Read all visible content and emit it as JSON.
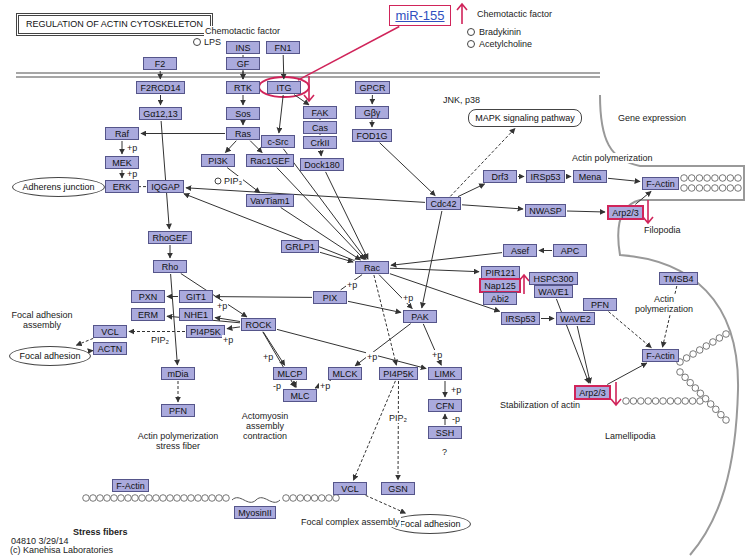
{
  "diagram": {
    "title": "REGULATION OF ACTIN CYTOSKELETON",
    "nodes": [
      {
        "text": [
          "miR-155"
        ]
      },
      {
        "text": [
          "INS"
        ]
      },
      {
        "text": [
          "FN1"
        ]
      },
      {
        "text": [
          "F2"
        ]
      },
      {
        "text": [
          "GF"
        ]
      },
      {
        "text": [
          "F2RCD14"
        ]
      },
      {
        "text": [
          "RTK"
        ]
      },
      {
        "text": [
          "ITG"
        ]
      },
      {
        "text": [
          "GPCR"
        ]
      },
      {
        "text": [
          "Gα12,13"
        ]
      },
      {
        "text": [
          "Sos"
        ]
      },
      {
        "text": [
          "FAK"
        ]
      },
      {
        "text": [
          "Gβγ"
        ]
      },
      {
        "text": [
          "Ras"
        ]
      },
      {
        "text": [
          "Cas"
        ]
      },
      {
        "text": [
          "Raf"
        ]
      },
      {
        "text": [
          "FOD1G"
        ]
      },
      {
        "text": [
          "c-Src"
        ]
      },
      {
        "text": [
          "CrkII"
        ]
      },
      {
        "text": [
          "MEK"
        ]
      },
      {
        "text": [
          "PI3K"
        ]
      },
      {
        "text": [
          "Rac1GEF"
        ]
      },
      {
        "text": [
          "Dock180"
        ]
      },
      {
        "text": [
          "Adherens junction"
        ]
      },
      {
        "text": [
          "IQGAP"
        ]
      },
      {
        "text": [
          "ERK"
        ]
      },
      {
        "text": [
          "Cdc42"
        ]
      },
      {
        "text": [
          "Drf3"
        ]
      },
      {
        "text": [
          "IRSp53"
        ]
      },
      {
        "text": [
          "Mena"
        ]
      },
      {
        "text": [
          "VavTiam1"
        ]
      },
      {
        "text": [
          "NWASP"
        ]
      },
      {
        "text": [
          "Arp2/3"
        ]
      },
      {
        "text": [
          "F-Actin"
        ]
      },
      {
        "text": [
          "MAPK signaling pathway"
        ]
      },
      {
        "text": [
          "RhoGEF"
        ]
      },
      {
        "text": [
          "GRLP1"
        ]
      },
      {
        "text": [
          "Asef"
        ]
      },
      {
        "text": [
          "APC"
        ]
      },
      {
        "text": [
          "Rho"
        ]
      },
      {
        "text": [
          "Rac"
        ]
      },
      {
        "text": [
          "PIR121"
        ]
      },
      {
        "text": [
          "Nap125"
        ]
      },
      {
        "text": [
          "Abi2"
        ]
      },
      {
        "text": [
          "HSPC300"
        ]
      },
      {
        "text": [
          "WAVE1"
        ]
      },
      {
        "text": [
          "TMSB4"
        ]
      },
      {
        "text": [
          "PXN"
        ]
      },
      {
        "text": [
          "GIT1"
        ]
      },
      {
        "text": [
          "PIX"
        ]
      },
      {
        "text": [
          "PFN"
        ]
      },
      {
        "text": [
          "ERM"
        ]
      },
      {
        "text": [
          "NHE1"
        ]
      },
      {
        "text": [
          "PAK"
        ]
      },
      {
        "text": [
          "IRSp53"
        ]
      },
      {
        "text": [
          "WAVE2"
        ]
      },
      {
        "text": [
          "Focal adhesion"
        ]
      },
      {
        "text": [
          "VCL"
        ]
      },
      {
        "text": [
          "ACTN"
        ]
      },
      {
        "text": [
          "PI4P5K"
        ]
      },
      {
        "text": [
          "ROCK"
        ]
      },
      {
        "text": [
          "F-Actin"
        ]
      },
      {
        "text": [
          "mDia"
        ]
      },
      {
        "text": [
          "MLCP"
        ]
      },
      {
        "text": [
          "MLCK"
        ]
      },
      {
        "text": [
          "PI4P5K"
        ]
      },
      {
        "text": [
          "LIMK"
        ]
      },
      {
        "text": [
          "Arp2/3"
        ]
      },
      {
        "text": [
          "MLC"
        ]
      },
      {
        "text": [
          "CFN"
        ]
      },
      {
        "text": [
          "PFN"
        ]
      },
      {
        "text": [
          "SSH"
        ]
      },
      {
        "text": [
          "F-Actin"
        ]
      },
      {
        "text": [
          "VCL"
        ]
      },
      {
        "text": [
          "GSN"
        ]
      },
      {
        "text": [
          "MyosinII"
        ]
      },
      {
        "text": [
          "Focal adhesion"
        ]
      }
    ],
    "edges": [
      {
        "from": 0,
        "to": 7,
        "arrow": "none"
      },
      {
        "from": 1,
        "to": 6,
        "arrow": "to"
      },
      {
        "from": 4,
        "to": 6,
        "arrow": "to"
      },
      {
        "from": 3,
        "to": 5,
        "arrow": "to"
      },
      {
        "from": 2,
        "to": 7,
        "arrow": "to"
      },
      {
        "from": 5,
        "to": 9,
        "arrow": "to"
      },
      {
        "from": 6,
        "to": 10,
        "arrow": "to"
      },
      {
        "from": 10,
        "to": 13,
        "arrow": "to"
      },
      {
        "from": 13,
        "to": 15,
        "arrow": "to"
      },
      {
        "from": 15,
        "to": 19,
        "arrow": "to"
      },
      {
        "from": 19,
        "to": 25,
        "arrow": "to"
      },
      {
        "from": 13,
        "to": 20,
        "arrow": "to"
      },
      {
        "from": 13,
        "to": 21,
        "arrow": "to"
      },
      {
        "from": 7,
        "to": 11,
        "arrow": "to"
      },
      {
        "from": 11,
        "to": 14,
        "arrow": "none"
      },
      {
        "from": 14,
        "to": 18,
        "arrow": "none"
      },
      {
        "from": 18,
        "to": 22,
        "arrow": "to"
      },
      {
        "from": 7,
        "to": 17,
        "arrow": "to"
      },
      {
        "from": 8,
        "to": 12,
        "arrow": "to"
      },
      {
        "from": 12,
        "to": 16,
        "arrow": "to"
      },
      {
        "from": 16,
        "to": 26,
        "arrow": "to"
      },
      {
        "from": 20,
        "to": 30,
        "arrow": "to"
      },
      {
        "from": 30,
        "to": 40,
        "arrow": "to"
      },
      {
        "from": 21,
        "to": 40,
        "arrow": "to"
      },
      {
        "from": 22,
        "to": 40,
        "arrow": "to"
      },
      {
        "from": 17,
        "to": 40,
        "arrow": "to"
      },
      {
        "from": 9,
        "to": 35,
        "arrow": "to"
      },
      {
        "from": 35,
        "to": 39,
        "arrow": "to"
      },
      {
        "from": 24,
        "to": 23,
        "arrow": "to"
      },
      {
        "from": 26,
        "to": 24,
        "arrow": "to"
      },
      {
        "from": 40,
        "to": 24,
        "arrow": "to"
      },
      {
        "from": 26,
        "to": 27,
        "arrow": "to"
      },
      {
        "from": 27,
        "to": 28,
        "arrow": "to"
      },
      {
        "from": 28,
        "to": 29,
        "arrow": "to"
      },
      {
        "from": 29,
        "to": 33,
        "arrow": "to"
      },
      {
        "from": 26,
        "to": 31,
        "arrow": "to"
      },
      {
        "from": 31,
        "to": 32,
        "arrow": "to"
      },
      {
        "from": 32,
        "to": 33,
        "arrow": "to"
      },
      {
        "from": 26,
        "to": 34,
        "arrow": "to"
      },
      {
        "from": 39,
        "to": 60,
        "arrow": "to"
      },
      {
        "from": 39,
        "to": 62,
        "arrow": "to"
      },
      {
        "from": 36,
        "to": 40,
        "arrow": "to"
      },
      {
        "from": 40,
        "to": 49,
        "arrow": "none"
      },
      {
        "from": 49,
        "to": 48,
        "arrow": "to"
      },
      {
        "from": 48,
        "to": 47,
        "arrow": "to"
      },
      {
        "from": 40,
        "to": 53,
        "arrow": "to"
      },
      {
        "from": 26,
        "to": 53,
        "arrow": "to"
      },
      {
        "from": 38,
        "to": 37,
        "arrow": "to"
      },
      {
        "from": 37,
        "to": 40,
        "arrow": "to"
      },
      {
        "from": 40,
        "to": 41,
        "arrow": "to"
      },
      {
        "from": 45,
        "to": 67,
        "arrow": "to"
      },
      {
        "from": 40,
        "to": 54,
        "arrow": "to"
      },
      {
        "from": 54,
        "to": 55,
        "arrow": "to"
      },
      {
        "from": 55,
        "to": 67,
        "arrow": "to"
      },
      {
        "from": 60,
        "to": 51,
        "arrow": "to"
      },
      {
        "from": 60,
        "to": 52,
        "arrow": "to"
      },
      {
        "from": 60,
        "to": 59,
        "arrow": "to"
      },
      {
        "from": 60,
        "to": 63,
        "arrow": "to"
      },
      {
        "from": 60,
        "to": 68,
        "arrow": "to"
      },
      {
        "from": 60,
        "to": 66,
        "arrow": "to"
      },
      {
        "from": 53,
        "to": 64,
        "arrow": "to"
      },
      {
        "from": 64,
        "to": 68,
        "arrow": "to"
      },
      {
        "from": 63,
        "to": 68,
        "arrow": "to"
      },
      {
        "from": 53,
        "to": 66,
        "arrow": "to"
      },
      {
        "from": 66,
        "to": 69,
        "arrow": "to"
      },
      {
        "from": 71,
        "to": 69,
        "arrow": "to"
      },
      {
        "from": 40,
        "to": 65,
        "arrow": "to"
      },
      {
        "from": 65,
        "to": 73,
        "arrow": "to"
      },
      {
        "from": 65,
        "to": 74,
        "arrow": "to"
      },
      {
        "from": 62,
        "to": 70,
        "arrow": "to"
      },
      {
        "from": 50,
        "to": 61,
        "arrow": "to"
      },
      {
        "from": 46,
        "to": 61,
        "arrow": "to"
      },
      {
        "from": 67,
        "to": 61,
        "arrow": "to"
      },
      {
        "from": 57,
        "to": 56,
        "arrow": "to"
      },
      {
        "from": 58,
        "to": 56,
        "arrow": "to"
      },
      {
        "from": 73,
        "to": 76,
        "arrow": "to"
      },
      {
        "from": 59,
        "to": 57,
        "arrow": "to"
      },
      {
        "from": 49,
        "to": 53,
        "arrow": "to"
      }
    ],
    "labels": [
      "Chemotactic factor",
      "LPS",
      "Chemotactic factor",
      "Bradykinin",
      "Acetylcholine",
      "+p",
      "+p",
      "PIP₃",
      "JNK, p38",
      "Gene expression",
      "Actin polymerization",
      "Filopodia",
      "Actin polymerization",
      "+p",
      "+p",
      "Focal adhesion assembly",
      "+p",
      "+p",
      "PIP₂",
      "+p",
      "+p",
      "+p",
      "-p",
      "+p",
      "+p",
      "-p",
      "?",
      "Stabilization of actin",
      "Lamellipodia",
      "Actin polymerization stress fiber",
      "Actomyosin assembly contraction",
      "PIP₂",
      "Focal complex assembly",
      "Stress fibers",
      "04810 3/29/14",
      "(c) Kanehisa Laboratories"
    ]
  }
}
